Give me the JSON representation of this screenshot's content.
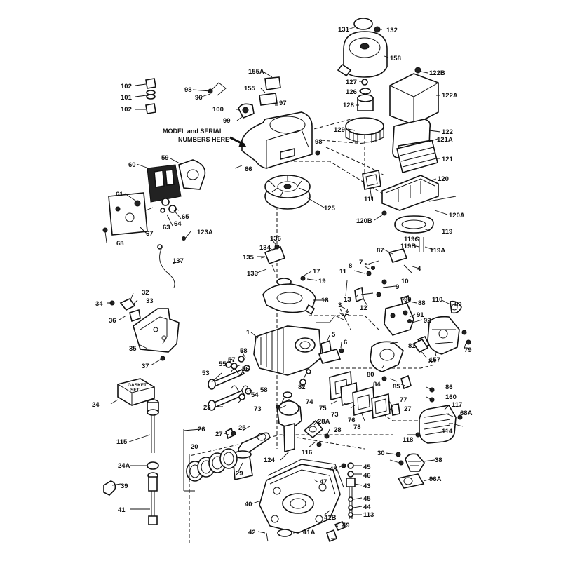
{
  "diagram": {
    "notes": {
      "model_serial": [
        "MODEL and SERIAL",
        "NUMBERS HERE"
      ],
      "gasket_set": [
        "GASKET",
        "SET"
      ]
    },
    "labels": [
      "131",
      "132",
      "158",
      "127",
      "126",
      "128",
      "122B",
      "122A",
      "122",
      "129",
      "121A",
      "121",
      "120",
      "155A",
      "155",
      "97",
      "96",
      "98",
      "100",
      "99",
      "102",
      "101",
      "102",
      "98",
      "66",
      "59",
      "60",
      "61",
      "65",
      "64",
      "63",
      "67",
      "68",
      "123A",
      "111",
      "125",
      "120A",
      "120B",
      "119",
      "119C",
      "119B",
      "119A",
      "87",
      "7",
      "8",
      "11",
      "4",
      "10",
      "9",
      "136",
      "134",
      "135",
      "133",
      "17",
      "19",
      "137",
      "18",
      "3",
      "2",
      "13",
      "12",
      "32",
      "33",
      "34",
      "36",
      "35",
      "37",
      "1",
      "5",
      "6",
      "90",
      "88",
      "91",
      "92",
      "110",
      "89",
      "157",
      "79",
      "58",
      "57",
      "55",
      "53",
      "56",
      "58",
      "54",
      "23",
      "82",
      "81",
      "80",
      "83",
      "84",
      "85",
      "86",
      "160",
      "24",
      "26",
      "27",
      "25",
      "20",
      "124",
      "73",
      "74",
      "75",
      "73",
      "76",
      "78",
      "77",
      "27",
      "28A",
      "28",
      "116",
      "117",
      "68A",
      "118",
      "114",
      "115",
      "24A",
      "29",
      "30",
      "38",
      "96A",
      "39",
      "47",
      "48",
      "45",
      "46",
      "43",
      "45",
      "44",
      "113",
      "41",
      "40",
      "41B",
      "49",
      "42",
      "41A"
    ]
  }
}
